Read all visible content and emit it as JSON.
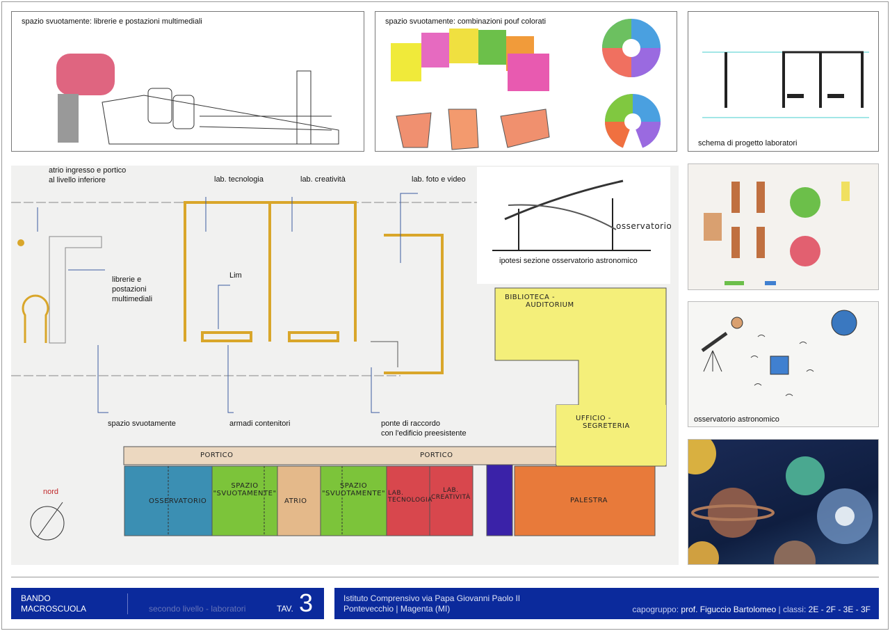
{
  "panels": {
    "librerie": "spazio svuotamente: librerie e postazioni multimediali",
    "pouf": "spazio svuotamente: combinazioni pouf colorati",
    "schema": "schema di progetto laboratori",
    "sezione": "ipotesi sezione osservatorio astronomico",
    "sezione_hand": "osservatorio",
    "osservatorio": "osservatorio astronomico"
  },
  "plan": {
    "atrio": [
      "atrio ingresso e portico",
      "al livello inferiore"
    ],
    "lab_tecnologia": "lab. tecnologia",
    "lab_creativita": "lab. creatività",
    "lab_foto": "lab. foto e video",
    "librerie": [
      "librerie e",
      "postazioni",
      "multimediali"
    ],
    "lim": "Lim",
    "spazio_svuotamente": "spazio svuotamente",
    "armadi": "armadi contenitori",
    "ponte": [
      "ponte di raccordo",
      "con l'edificio preesistente"
    ],
    "nord": "nord",
    "biblioteca": [
      "BIBLIOTECA -",
      "AUDITORIUM"
    ],
    "ufficio": [
      "UFFICIO -",
      "SEGRETERIA"
    ],
    "portico_1": "PORTICO",
    "portico_2": "PORTICO",
    "rooms": {
      "osservatorio": "OSSERVATORIO",
      "spazio1": [
        "SPAZIO",
        "\"SVUOTAMENTE\""
      ],
      "atrio": "ATRIO",
      "spazio2": [
        "SPAZIO",
        "\"SVUOTAMENTE\""
      ],
      "lab_tec": [
        "LAB.",
        "TECNOLOGIA"
      ],
      "lab_cre": [
        "LAB.",
        "CREATIVITÀ"
      ],
      "palestra": "PALESTRA"
    }
  },
  "footer": {
    "bando": [
      "BANDO",
      "MACROSCUOLA"
    ],
    "livello": "secondo livello - laboratori",
    "tav_label": "TAV.",
    "tav_num": "3",
    "istituto": "Istituto Comprensivo via Papa Giovanni Paolo II",
    "luogo": "Pontevecchio | Magenta (MI)",
    "capogruppo_label": "capogruppo:",
    "capogruppo": "prof. Figuccio Bartolomeo",
    "classi_label": "| classi:",
    "classi": "2E - 2F - 3E - 3F"
  },
  "colors": {
    "footer_blue": "#0b2a9c",
    "wall": "#d9a62a",
    "osservatorio": "#3b8fb3",
    "spazio": "#7cc43a",
    "atrio": "#e4b98a",
    "lab": "#d8474d",
    "palestra": "#e87a3a",
    "biblioteca": "#f4ef7a"
  }
}
